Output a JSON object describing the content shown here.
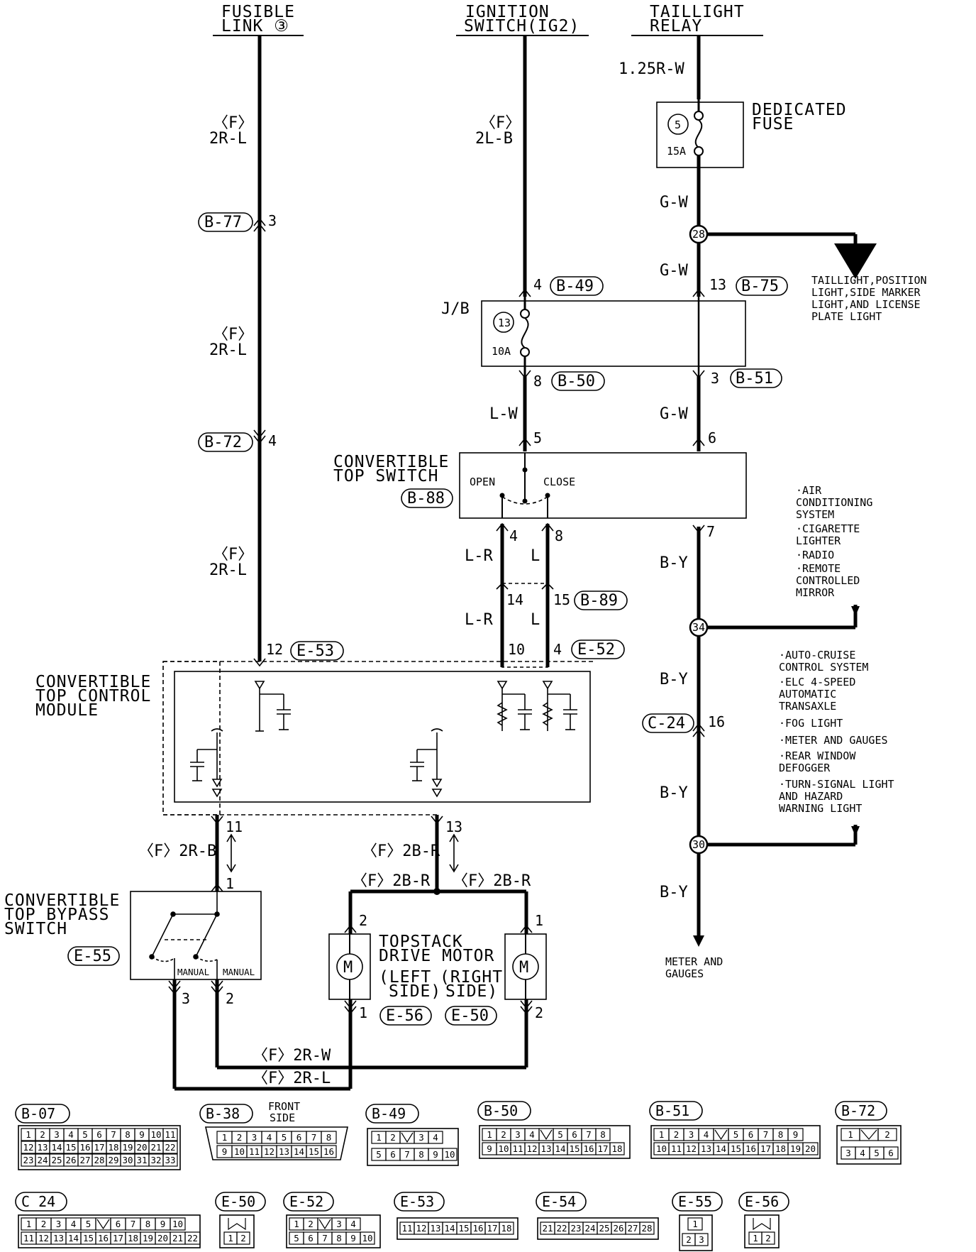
{
  "sources": {
    "fusible_link": [
      "FUSIBLE",
      "LINK ③"
    ],
    "ignition": [
      "IGNITION",
      "SWITCH(IG2)"
    ],
    "taillight_relay": [
      "TAILLIGHT",
      "RELAY"
    ]
  },
  "wires": {
    "w125": "1.25R-W",
    "f1": "〈F〉",
    "f2r_l": "2R-L",
    "f2l_b": "2L-B",
    "gw": "G-W",
    "lw": "L-W",
    "lr": "L-R",
    "l": "L",
    "by": "B-Y",
    "f2r_b": "〈F〉2R-B",
    "f2b_r": "〈F〉2B-R",
    "f2r_w": "〈F〉2R-W",
    "f2r_l_full": "〈F〉2R-L"
  },
  "fuses": {
    "dedicated": {
      "num": "5",
      "amp": "15A",
      "label": [
        "DEDICATED",
        "FUSE"
      ]
    },
    "jb": {
      "num": "13",
      "amp": "10A",
      "label": "J/B"
    }
  },
  "connectors": {
    "b77": "B-77",
    "b72": "B-72",
    "b49": "B-49",
    "b50": "B-50",
    "b51": "B-51",
    "b75": "B-75",
    "b88": "B-88",
    "b89": "B-89",
    "e53": "E-53",
    "e52": "E-52",
    "e55": "E-55",
    "e56": "E-56",
    "e50": "E-50",
    "c24": "C-24"
  },
  "pins": {
    "p3": "3",
    "p4": "4",
    "p8": "8",
    "p13": "13",
    "p5": "5",
    "p6": "6",
    "p7": "7",
    "p14": "14",
    "p15": "15",
    "p10": "10",
    "p12": "12",
    "p16": "16",
    "p11": "11",
    "p1": "1",
    "p2": "2"
  },
  "junctions": {
    "j28": "28",
    "j34": "34",
    "j30": "30"
  },
  "components": {
    "top_switch": [
      "CONVERTIBLE",
      "TOP SWITCH"
    ],
    "open": "OPEN",
    "close": "CLOSE",
    "module": [
      "CONVERTIBLE",
      "TOP CONTROL",
      "MODULE"
    ],
    "bypass": [
      "CONVERTIBLE",
      "TOP BYPASS",
      "SWITCH"
    ],
    "manual": "MANUAL",
    "motor": [
      "TOPSTACK",
      "DRIVE MOTOR"
    ],
    "left": [
      "(LEFT",
      "SIDE)"
    ],
    "right": [
      "(RIGHT",
      "SIDE)"
    ]
  },
  "branches": {
    "taillight": [
      "TAILLIGHT,POSITION",
      "LIGHT,SIDE MARKER",
      "LIGHT,AND LICENSE",
      "PLATE LIGHT"
    ],
    "acc": [
      "·AIR",
      " CONDITIONING",
      " SYSTEM",
      "·CIGARETTE",
      " LIGHTER",
      "·RADIO",
      "·REMOTE",
      " CONTROLLED",
      " MIRROR"
    ],
    "ig": [
      "·AUTO-CRUISE",
      " CONTROL SYSTEM",
      "·ELC 4-SPEED",
      " AUTOMATIC",
      " TRANSAXLE",
      "·FOG LIGHT",
      "·METER AND GAUGES",
      "·REAR WINDOW",
      " DEFOGGER",
      "·TURN-SIGNAL LIGHT",
      " AND HAZARD",
      " WARNING LIGHT"
    ],
    "meter": [
      "METER AND",
      "GAUGES"
    ]
  },
  "legend": {
    "b07": "B-07",
    "b38": "B-38",
    "front_side": [
      "FRONT",
      "SIDE"
    ],
    "b49": "B-49",
    "b50": "B-50",
    "b51": "B-51",
    "b72": "B-72",
    "c24": "C 24",
    "e50": "E-50",
    "e52": "E-52",
    "e53": "E-53",
    "e54": "E-54",
    "e55": "E-55",
    "e56": "E-56",
    "b07_r1": [
      "1",
      "2",
      "3",
      "4",
      "5",
      "6",
      "7",
      "8",
      "9",
      "10",
      "11"
    ],
    "b07_r2": [
      "12",
      "13",
      "14",
      "15",
      "16",
      "17",
      "18",
      "19",
      "20",
      "21",
      "22"
    ],
    "b07_r3": [
      "23",
      "24",
      "25",
      "26",
      "27",
      "28",
      "29",
      "30",
      "31",
      "32",
      "33"
    ],
    "b38_r1": [
      "1",
      "2",
      "3",
      "4",
      "5",
      "6",
      "7",
      "8"
    ],
    "b38_r2": [
      "9",
      "10",
      "11",
      "12",
      "13",
      "14",
      "15",
      "16"
    ],
    "b49_r1": [
      "1",
      "2",
      "",
      "3",
      "4"
    ],
    "b49_r2": [
      "5",
      "6",
      "7",
      "8",
      "9",
      "10"
    ],
    "b50_r1": [
      "1",
      "2",
      "3",
      "4",
      "",
      "5",
      "6",
      "7",
      "8"
    ],
    "b50_r2": [
      "9",
      "10",
      "11",
      "12",
      "13",
      "14",
      "15",
      "16",
      "17",
      "18"
    ],
    "b51_r1": [
      "1",
      "2",
      "3",
      "4",
      "",
      "5",
      "6",
      "7",
      "8",
      "9"
    ],
    "b51_r2": [
      "10",
      "11",
      "12",
      "13",
      "14",
      "15",
      "16",
      "17",
      "18",
      "19",
      "20"
    ],
    "b72_r1": [
      "1",
      "",
      "2"
    ],
    "b72_r2": [
      "3",
      "4",
      "5",
      "6"
    ],
    "c24_r1": [
      "1",
      "2",
      "3",
      "4",
      "5",
      "",
      "6",
      "7",
      "8",
      "9",
      "10"
    ],
    "c24_r2": [
      "11",
      "12",
      "13",
      "14",
      "15",
      "16",
      "17",
      "18",
      "19",
      "20",
      "21",
      "22"
    ],
    "e50_r2": [
      "1",
      "2"
    ],
    "e52_r1": [
      "1",
      "2",
      "",
      "3",
      "4"
    ],
    "e52_r2": [
      "5",
      "6",
      "7",
      "8",
      "9",
      "10"
    ],
    "e53_r1": [
      "11",
      "12",
      "13",
      "14",
      "15",
      "16",
      "17",
      "18"
    ],
    "e54_r1": [
      "21",
      "22",
      "23",
      "24",
      "25",
      "26",
      "27",
      "28"
    ],
    "e55_r1": [
      "1"
    ],
    "e55_r2": [
      "2",
      "3"
    ],
    "e56_r2": [
      "1",
      "2"
    ]
  }
}
